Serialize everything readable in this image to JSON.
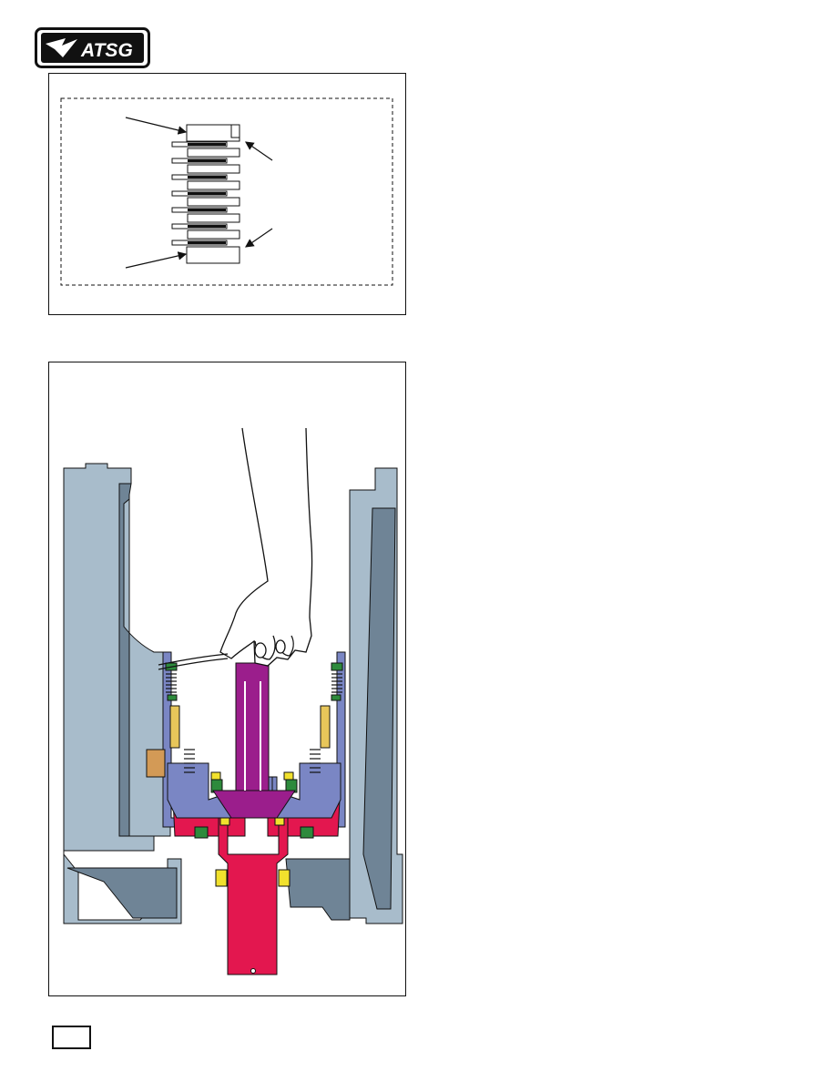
{
  "header": {
    "logo_text": "ATSG"
  },
  "figures": [
    {
      "id": "clutch-stack-diagram",
      "arrows": 4,
      "plate_count": 7
    },
    {
      "id": "drum-cross-section"
    }
  ],
  "footer": {
    "page_number": ""
  },
  "colors": {
    "housing": "#a8bccb",
    "housing_dark": "#6f8496",
    "shaft": "#e3174f",
    "turbine": "#9b1e8c",
    "piston": "#7a86c4",
    "spring": "#2d8a3c",
    "friction": "#e7c65a",
    "bushing": "#d39a56",
    "yellow_part": "#f1e12d"
  }
}
